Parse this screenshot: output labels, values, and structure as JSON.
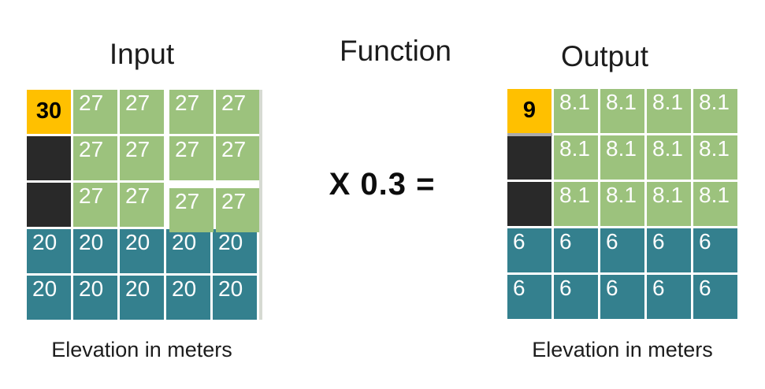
{
  "titles": {
    "input": "Input",
    "function": "Function",
    "output": "Output"
  },
  "function_expression": "X 0.3 =",
  "captions": {
    "input": "Elevation in meters",
    "output": "Elevation in meters"
  },
  "colors": {
    "cell_orange": "#FFC000",
    "cell_green": "#9CC27D",
    "cell_teal": "#34808E",
    "cell_dark": "#292929",
    "cell_text_light": "#FDFDFD",
    "cell_text_dark": "#000000",
    "title_text": "#1C1C1C",
    "edge_sliver": "#D6DAD2",
    "orange_cell_shadow": "#ABABAB"
  },
  "input_grid": {
    "rows": [
      [
        {
          "v": "30",
          "bg": "orange",
          "emph": true
        },
        {
          "v": "27",
          "bg": "green"
        },
        {
          "v": "27",
          "bg": "green"
        },
        {
          "v": "27",
          "bg": "green"
        },
        {
          "v": "27",
          "bg": "green"
        }
      ],
      [
        {
          "v": "",
          "bg": "dark"
        },
        {
          "v": "27",
          "bg": "green"
        },
        {
          "v": "27",
          "bg": "green"
        },
        {
          "v": "27",
          "bg": "green"
        },
        {
          "v": "27",
          "bg": "green"
        }
      ],
      [
        {
          "v": "",
          "bg": "dark"
        },
        {
          "v": "27",
          "bg": "green"
        },
        {
          "v": "27",
          "bg": "green"
        },
        {
          "v": "27",
          "bg": "green"
        },
        {
          "v": "27",
          "bg": "green"
        }
      ],
      [
        {
          "v": "20",
          "bg": "teal"
        },
        {
          "v": "20",
          "bg": "teal"
        },
        {
          "v": "20",
          "bg": "teal"
        },
        {
          "v": "20",
          "bg": "teal"
        },
        {
          "v": "20",
          "bg": "teal"
        }
      ],
      [
        {
          "v": "20",
          "bg": "teal"
        },
        {
          "v": "20",
          "bg": "teal"
        },
        {
          "v": "20",
          "bg": "teal"
        },
        {
          "v": "20",
          "bg": "teal"
        },
        {
          "v": "20",
          "bg": "teal"
        }
      ]
    ]
  },
  "output_grid": {
    "rows": [
      [
        {
          "v": "9",
          "bg": "orange",
          "emph": true
        },
        {
          "v": "8.1",
          "bg": "green"
        },
        {
          "v": "8.1",
          "bg": "green"
        },
        {
          "v": "8.1",
          "bg": "green"
        },
        {
          "v": "8.1",
          "bg": "green"
        }
      ],
      [
        {
          "v": "",
          "bg": "dark"
        },
        {
          "v": "8.1",
          "bg": "green"
        },
        {
          "v": "8.1",
          "bg": "green"
        },
        {
          "v": "8.1",
          "bg": "green"
        },
        {
          "v": "8.1",
          "bg": "green"
        }
      ],
      [
        {
          "v": "",
          "bg": "dark"
        },
        {
          "v": "8.1",
          "bg": "green"
        },
        {
          "v": "8.1",
          "bg": "green"
        },
        {
          "v": "8.1",
          "bg": "green"
        },
        {
          "v": "8.1",
          "bg": "green"
        }
      ],
      [
        {
          "v": "6",
          "bg": "teal"
        },
        {
          "v": "6",
          "bg": "teal"
        },
        {
          "v": "6",
          "bg": "teal"
        },
        {
          "v": "6",
          "bg": "teal"
        },
        {
          "v": "6",
          "bg": "teal"
        }
      ],
      [
        {
          "v": "6",
          "bg": "teal"
        },
        {
          "v": "6",
          "bg": "teal"
        },
        {
          "v": "6",
          "bg": "teal"
        },
        {
          "v": "6",
          "bg": "teal"
        },
        {
          "v": "6",
          "bg": "teal"
        }
      ]
    ]
  }
}
